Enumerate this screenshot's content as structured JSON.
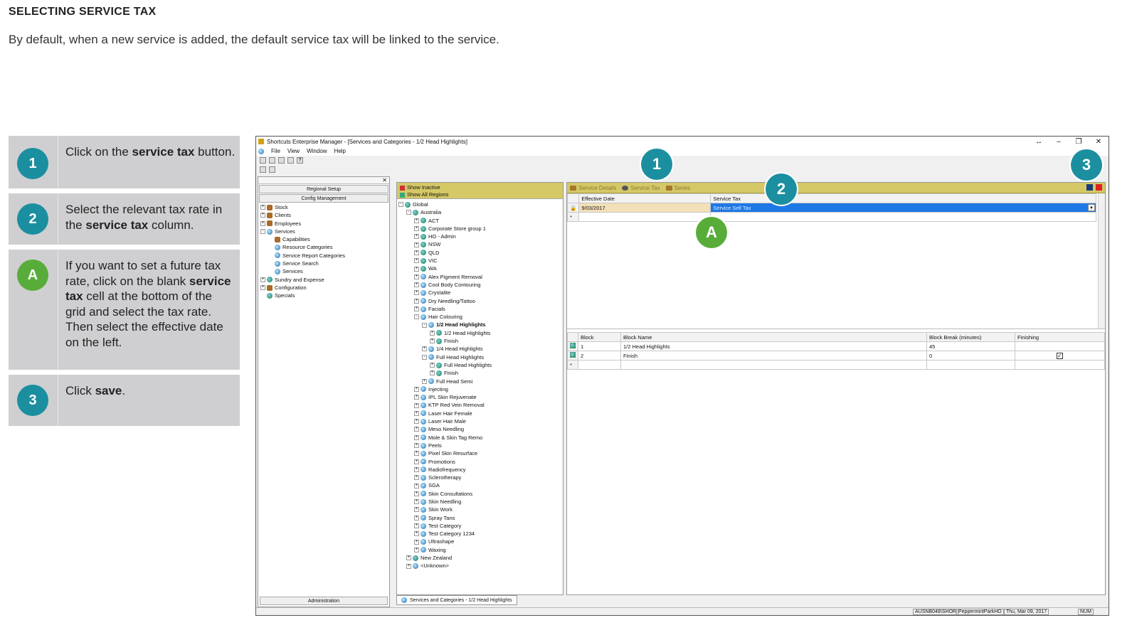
{
  "doc": {
    "heading": "SELECTING SERVICE TAX",
    "intro": "By default, when a new service is added, the default service tax will be linked to the service."
  },
  "steps": [
    {
      "badge": "1",
      "parts": [
        "Click on the ",
        "service tax",
        " button."
      ]
    },
    {
      "badge": "2",
      "parts": [
        "Select the relevant tax rate in the ",
        "service tax",
        " column."
      ]
    },
    {
      "badge": "A",
      "parts": [
        "If you want to set a future tax rate, click on the blank ",
        "service tax",
        " cell at the bottom of the grid and select the tax rate. Then select the effective date on the left."
      ]
    },
    {
      "badge": "3",
      "parts": [
        "Click ",
        "save",
        "."
      ]
    }
  ],
  "callouts": {
    "one": "1",
    "two": "2",
    "three": "3",
    "a": "A"
  },
  "window": {
    "title": "Shortcuts Enterprise Manager - [Services and Categories - 1/2 Head Highlights]",
    "menu": [
      "File",
      "View",
      "Window",
      "Help"
    ],
    "left": {
      "buttons": [
        "Regional Setup",
        "Config Management"
      ],
      "tree": [
        {
          "label": "Stock",
          "level": 0,
          "pm": "+",
          "icon": "brown"
        },
        {
          "label": "Clients",
          "level": 0,
          "pm": "+",
          "icon": "brown"
        },
        {
          "label": "Employees",
          "level": 0,
          "pm": "+",
          "icon": "brown"
        },
        {
          "label": "Services",
          "level": 0,
          "pm": "-",
          "icon": "blue"
        },
        {
          "label": "Capabilities",
          "level": 1,
          "pm": "",
          "icon": "brown"
        },
        {
          "label": "Resource Categories",
          "level": 1,
          "pm": "",
          "icon": "blue"
        },
        {
          "label": "Service Report Categories",
          "level": 1,
          "pm": "",
          "icon": "blue"
        },
        {
          "label": "Service Search",
          "level": 1,
          "pm": "",
          "icon": "blue"
        },
        {
          "label": "Services",
          "level": 1,
          "pm": "",
          "icon": "blue"
        },
        {
          "label": "Sundry and Expense",
          "level": 0,
          "pm": "+",
          "icon": "green"
        },
        {
          "label": "Configuration",
          "level": 0,
          "pm": "+",
          "icon": "brown"
        },
        {
          "label": "Specials",
          "level": 0,
          "pm": "",
          "icon": "green"
        }
      ],
      "footer": "Administration"
    },
    "middle": {
      "header": [
        "Show Inactive",
        "Show All Regions"
      ],
      "tree": [
        {
          "label": "Global",
          "level": 0,
          "pm": "-",
          "icon": "green",
          "bold": false
        },
        {
          "label": "Australia",
          "level": 1,
          "pm": "-",
          "icon": "green",
          "bold": false
        },
        {
          "label": "ACT",
          "level": 2,
          "pm": "+",
          "icon": "green",
          "bold": false
        },
        {
          "label": "Corporate Store group 1",
          "level": 2,
          "pm": "+",
          "icon": "green",
          "bold": false
        },
        {
          "label": "HO - Admin",
          "level": 2,
          "pm": "+",
          "icon": "green",
          "bold": false
        },
        {
          "label": "NSW",
          "level": 2,
          "pm": "+",
          "icon": "green",
          "bold": false
        },
        {
          "label": "QLD",
          "level": 2,
          "pm": "+",
          "icon": "green",
          "bold": false
        },
        {
          "label": "VIC",
          "level": 2,
          "pm": "+",
          "icon": "green",
          "bold": false
        },
        {
          "label": "WA",
          "level": 2,
          "pm": "+",
          "icon": "green",
          "bold": false
        },
        {
          "label": "Alex Pigment Removal",
          "level": 2,
          "pm": "+",
          "icon": "blue",
          "bold": false
        },
        {
          "label": "Cool Body Contouring",
          "level": 2,
          "pm": "+",
          "icon": "blue",
          "bold": false
        },
        {
          "label": "Crystalite",
          "level": 2,
          "pm": "+",
          "icon": "blue",
          "bold": false
        },
        {
          "label": "Dry Needling/Tattoo",
          "level": 2,
          "pm": "+",
          "icon": "blue",
          "bold": false
        },
        {
          "label": "Facials",
          "level": 2,
          "pm": "+",
          "icon": "blue",
          "bold": false
        },
        {
          "label": "Hair Colouring",
          "level": 2,
          "pm": "-",
          "icon": "blue",
          "bold": false
        },
        {
          "label": "1/2 Head Highlights",
          "level": 3,
          "pm": "-",
          "icon": "blue",
          "bold": true
        },
        {
          "label": "1/2 Head Highlights",
          "level": 4,
          "pm": "+",
          "icon": "green",
          "bold": false
        },
        {
          "label": "Finish",
          "level": 4,
          "pm": "+",
          "icon": "green",
          "bold": false
        },
        {
          "label": "1/4 Head Highlights",
          "level": 3,
          "pm": "+",
          "icon": "blue",
          "bold": false
        },
        {
          "label": "Full Head Highlights",
          "level": 3,
          "pm": "-",
          "icon": "blue",
          "bold": false
        },
        {
          "label": "Full Head Highlights",
          "level": 4,
          "pm": "+",
          "icon": "green",
          "bold": false
        },
        {
          "label": "Finish",
          "level": 4,
          "pm": "+",
          "icon": "green",
          "bold": false
        },
        {
          "label": "Full Head Semi",
          "level": 3,
          "pm": "+",
          "icon": "blue",
          "bold": false
        },
        {
          "label": "Injecting",
          "level": 2,
          "pm": "+",
          "icon": "blue",
          "bold": false
        },
        {
          "label": "IPL Skin Rejuvenate",
          "level": 2,
          "pm": "+",
          "icon": "blue",
          "bold": false
        },
        {
          "label": "KTP Red Vein Removal",
          "level": 2,
          "pm": "+",
          "icon": "blue",
          "bold": false
        },
        {
          "label": "Laser Hair Female",
          "level": 2,
          "pm": "+",
          "icon": "blue",
          "bold": false
        },
        {
          "label": "Laser Hair Male",
          "level": 2,
          "pm": "+",
          "icon": "blue",
          "bold": false
        },
        {
          "label": "Meso Needling",
          "level": 2,
          "pm": "+",
          "icon": "blue",
          "bold": false
        },
        {
          "label": "Mole & Skin Tag Remo",
          "level": 2,
          "pm": "+",
          "icon": "blue",
          "bold": false
        },
        {
          "label": "Peels",
          "level": 2,
          "pm": "+",
          "icon": "blue",
          "bold": false
        },
        {
          "label": "Pixel Skin Resurface",
          "level": 2,
          "pm": "+",
          "icon": "blue",
          "bold": false
        },
        {
          "label": "Promotions",
          "level": 2,
          "pm": "+",
          "icon": "blue",
          "bold": false
        },
        {
          "label": "Radiofrequency",
          "level": 2,
          "pm": "+",
          "icon": "blue",
          "bold": false
        },
        {
          "label": "Sclerotherapy",
          "level": 2,
          "pm": "+",
          "icon": "blue",
          "bold": false
        },
        {
          "label": "SGA",
          "level": 2,
          "pm": "+",
          "icon": "blue",
          "bold": false
        },
        {
          "label": "Skin Consultations",
          "level": 2,
          "pm": "+",
          "icon": "blue",
          "bold": false
        },
        {
          "label": "Skin Needling",
          "level": 2,
          "pm": "+",
          "icon": "blue",
          "bold": false
        },
        {
          "label": "Skin Work",
          "level": 2,
          "pm": "+",
          "icon": "blue",
          "bold": false
        },
        {
          "label": "Spray Tans",
          "level": 2,
          "pm": "+",
          "icon": "blue",
          "bold": false
        },
        {
          "label": "Test Category",
          "level": 2,
          "pm": "+",
          "icon": "blue",
          "bold": false
        },
        {
          "label": "Test Category 1234",
          "level": 2,
          "pm": "+",
          "icon": "blue",
          "bold": false
        },
        {
          "label": "Ultrashape",
          "level": 2,
          "pm": "+",
          "icon": "blue",
          "bold": false
        },
        {
          "label": "Waxing",
          "level": 2,
          "pm": "+",
          "icon": "blue",
          "bold": false
        },
        {
          "label": "New Zealand",
          "level": 1,
          "pm": "+",
          "icon": "green",
          "bold": false
        },
        {
          "label": "<Unknown>",
          "level": 1,
          "pm": "+",
          "icon": "blue",
          "bold": false
        }
      ],
      "bottom_tab": "Services and Categories - 1/2 Head Highlights"
    },
    "right": {
      "tabs": [
        "Service Details",
        "Service Tax",
        "Series"
      ],
      "tax_grid": {
        "headers": [
          "Effective Date",
          "Service Tax"
        ],
        "rows": [
          [
            "9/03/2017",
            "Service Sell Tax"
          ]
        ]
      },
      "block_grid": {
        "headers": [
          "Block",
          "Block Name",
          "Block Break (minutes)",
          "Finishing"
        ],
        "rows": [
          [
            "1",
            "1/2 Head Highlights",
            "45",
            ""
          ],
          [
            "2",
            "Finish",
            "0",
            "✓"
          ]
        ]
      }
    },
    "status": [
      "AUSNB048\\SHOR",
      "PeppermintParkHO",
      "Thu, Mar 09, 2017",
      "NUM"
    ]
  }
}
